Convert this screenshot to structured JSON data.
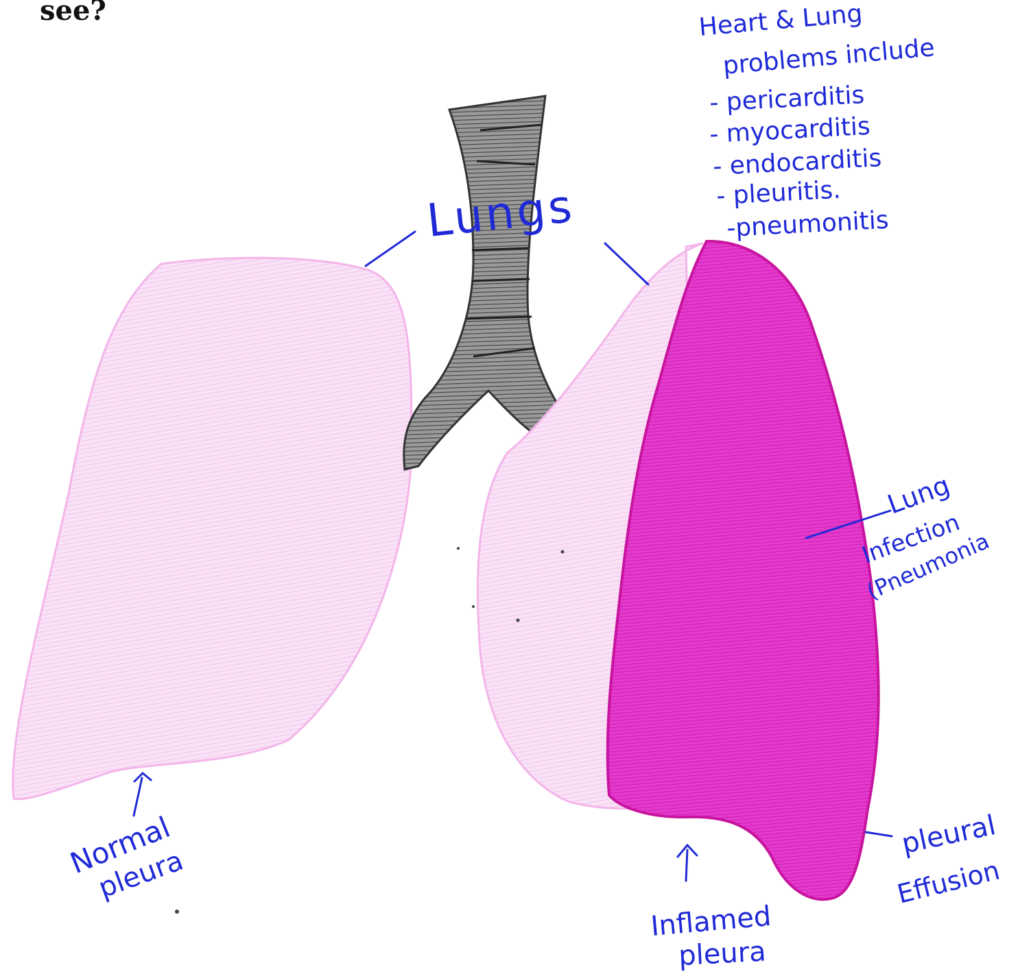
{
  "heading": "see?",
  "colors": {
    "ink": "#1f2ad6",
    "normal_lung": "#f7d6f3",
    "normal_lung_outline": "#f0a8e8",
    "infected_lung": "#e22ec9",
    "infected_lung_edge": "#c8149f",
    "trachea": "#555555"
  },
  "labels": {
    "lungs": "Lungs",
    "normal_pleura": [
      "Normal",
      "pleura"
    ],
    "inflamed_pleura": [
      "Inflamed",
      "pleura"
    ],
    "lung_infection": [
      "Lung",
      "Infection",
      "(Pneumonia"
    ],
    "pleural_effusion": [
      "pleural",
      "Effusion"
    ]
  },
  "notes": {
    "title": [
      "Heart & Lung",
      "problems include"
    ],
    "items": [
      "- pericarditis",
      "- myocarditis",
      "- endocarditis",
      "- pleuritis.",
      "-pneumonitis"
    ]
  }
}
